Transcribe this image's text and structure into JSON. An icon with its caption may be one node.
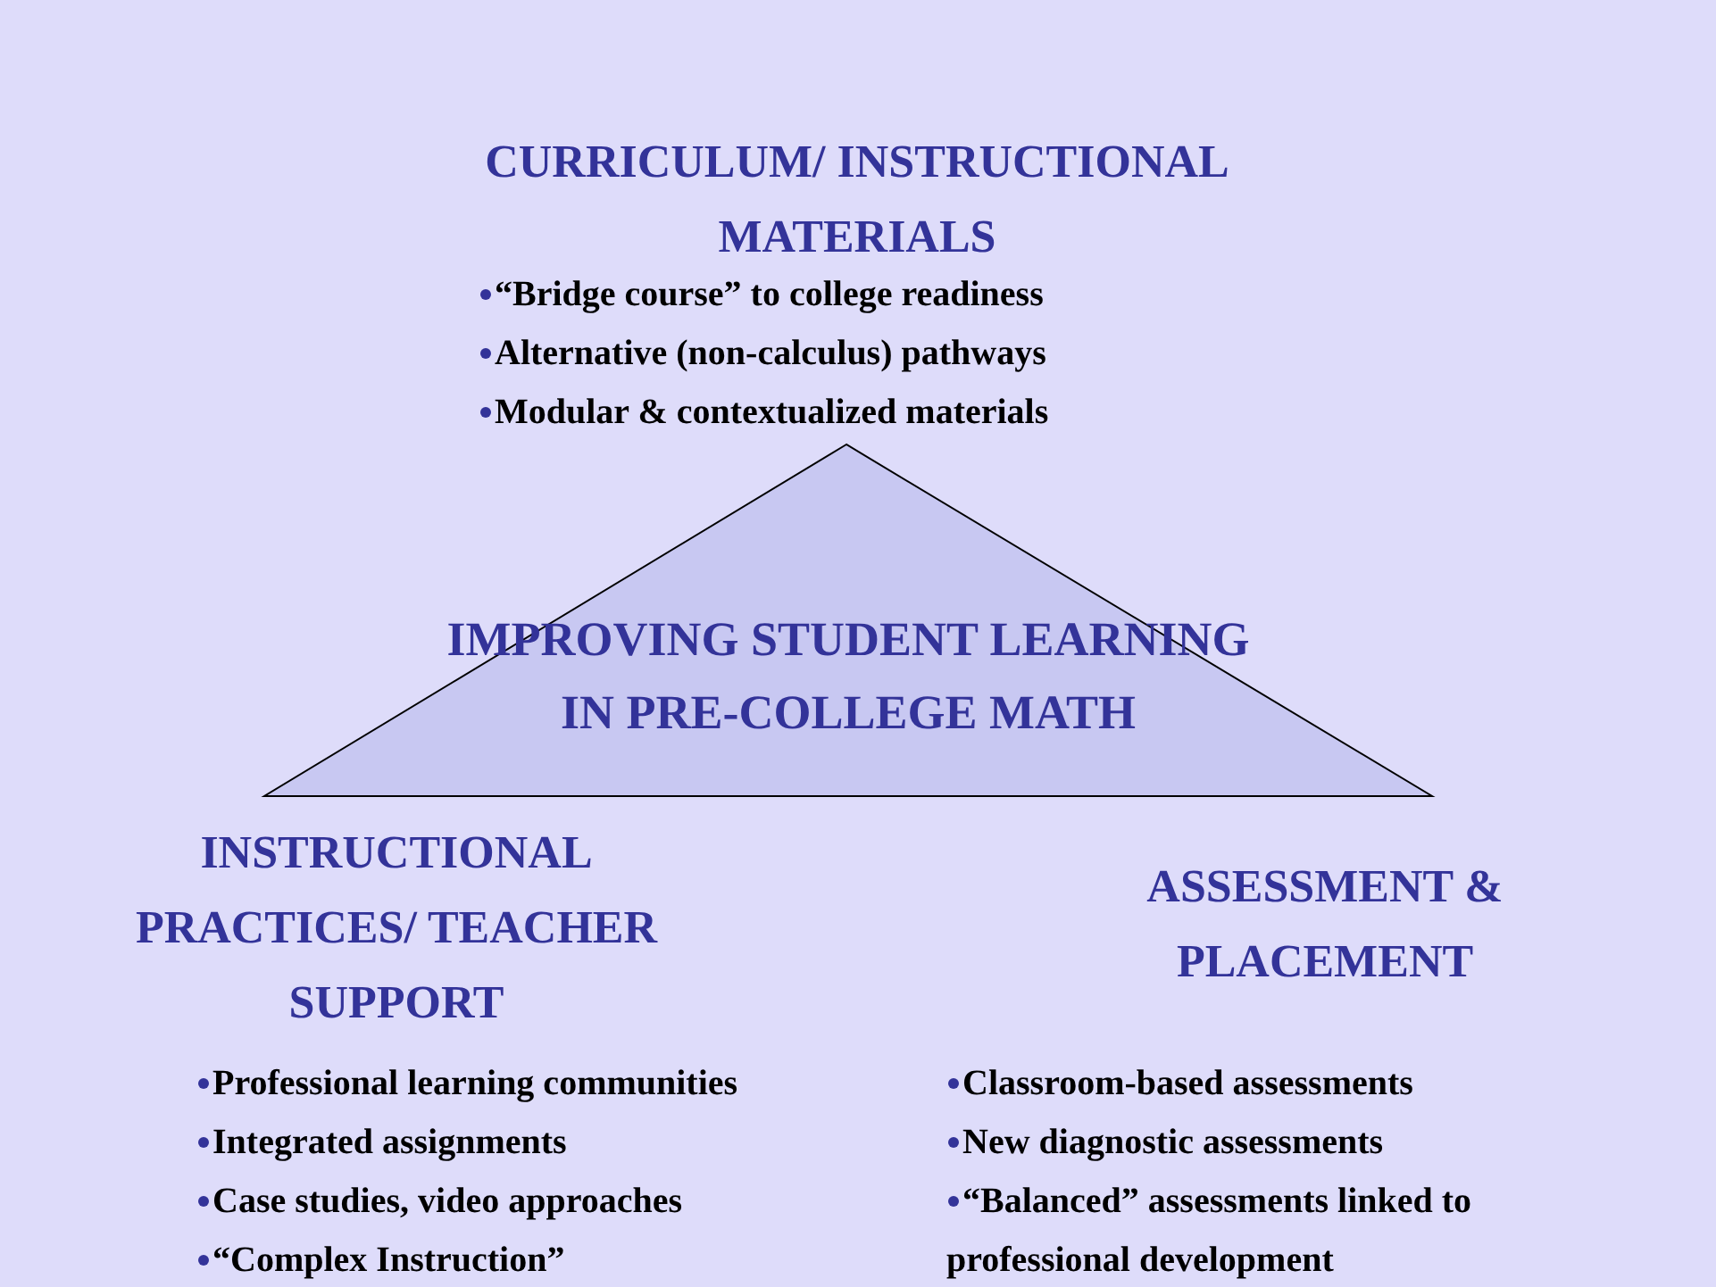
{
  "diagram": {
    "nodes": [
      {
        "text": [
          "IMPROVING STUDENT LEARNING IN PRE-COLLEGE MATH"
        ]
      }
    ],
    "labels": [
      "CURRICULUM/ INSTRUCTIONAL MATERIALS",
      "“Bridge course” to college readiness",
      "Alternative (non-calculus) pathways",
      "Modular & contextualized materials",
      "INSTRUCTIONAL PRACTICES/ TEACHER SUPPORT",
      "ASSESSMENT & PLACEMENT",
      "Professional learning communities",
      "Integrated assignments",
      "Case studies, video approaches",
      "“Complex Instruction”",
      "Classroom-based assessments",
      "New diagnostic assessments",
      "“Balanced” assessments linked to professional development"
    ]
  }
}
